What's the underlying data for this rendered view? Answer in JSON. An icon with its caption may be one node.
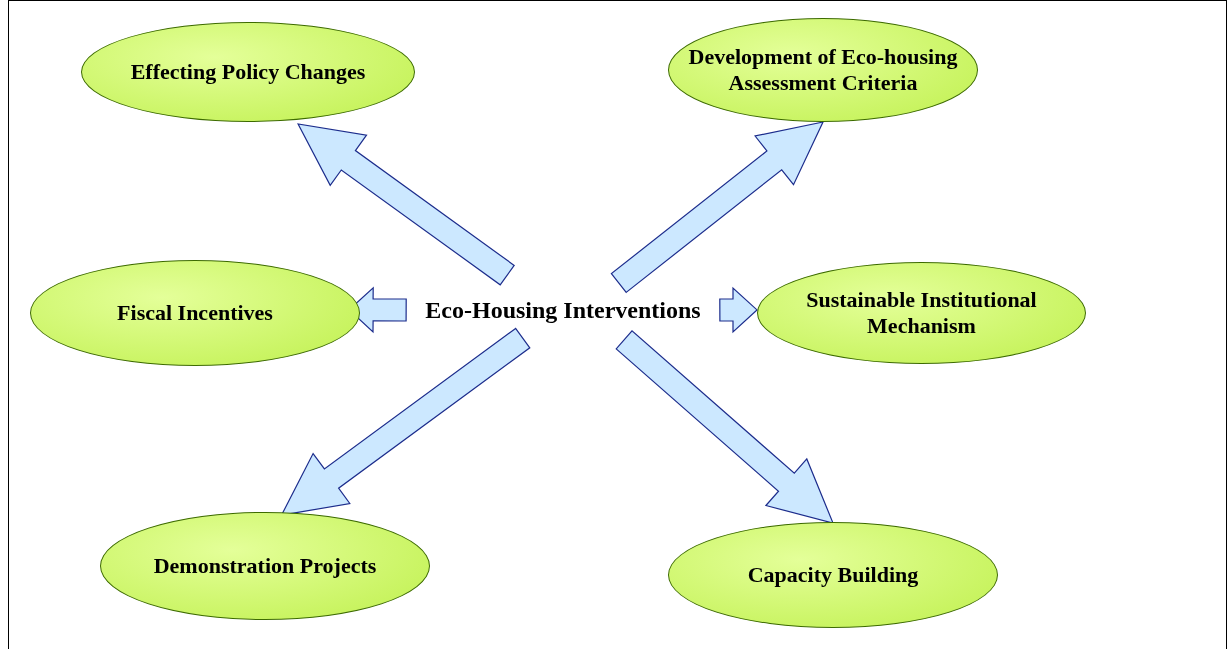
{
  "diagram": {
    "nodes": [
      {
        "text": [
          "Eco-Housing Interventions"
        ]
      },
      {
        "text": [
          "Effecting Policy Changes"
        ]
      },
      {
        "text": [
          "Development of Eco-housing Assessment Criteria"
        ]
      },
      {
        "text": [
          "Fiscal Incentives"
        ]
      },
      {
        "text": [
          "Sustainable Institutional Mechanism"
        ]
      },
      {
        "text": [
          "Demonstration Projects"
        ]
      },
      {
        "text": [
          "Capacity Building"
        ]
      }
    ],
    "edges": [
      {
        "from": 0,
        "to": 1,
        "arrow": "to"
      },
      {
        "from": 0,
        "to": 2,
        "arrow": "to"
      },
      {
        "from": 0,
        "to": 3,
        "arrow": "to"
      },
      {
        "from": 0,
        "to": 4,
        "arrow": "to"
      },
      {
        "from": 0,
        "to": 5,
        "arrow": "to"
      },
      {
        "from": 0,
        "to": 6,
        "arrow": "to"
      }
    ]
  }
}
